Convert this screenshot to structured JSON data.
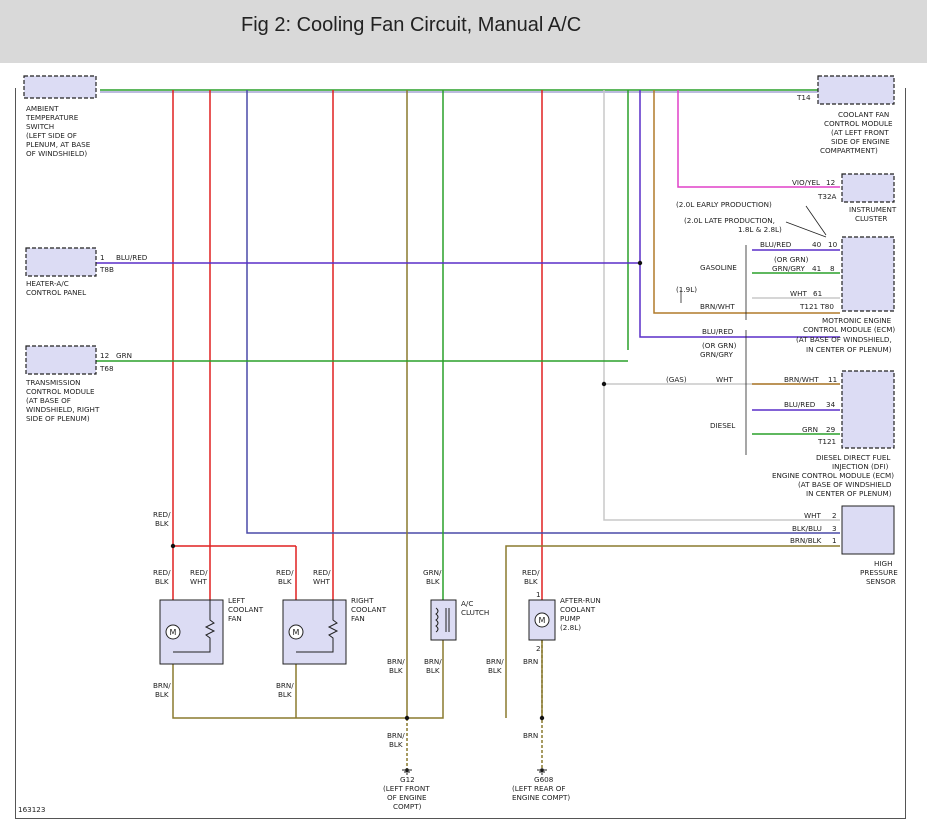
{
  "header": {
    "title": "Fig 2: Cooling Fan Circuit, Manual A/C"
  },
  "figure_id": "163123",
  "colors": {
    "red": "#e02020",
    "blue_red": "#5a2fc8",
    "green": "#2aa02a",
    "brown_black": "#8a7a2e",
    "brown_white": "#b07a2a",
    "violet_yellow": "#e040c8",
    "white": "#c8c8c8",
    "blue": "#4a4aa8",
    "box_fill": "#dcdcf4"
  },
  "components": {
    "ambient": [
      "AMBIENT",
      "TEMPERATURE",
      "SWITCH",
      "(LEFT SIDE OF",
      "PLENUM, AT BASE",
      "OF WINDSHIELD)"
    ],
    "heater": [
      "HEATER-A/C",
      "CONTROL PANEL"
    ],
    "tcm": [
      "TRANSMISSION",
      "CONTROL MODULE",
      "(AT BASE OF",
      "WINDSHIELD, RIGHT",
      "SIDE OF PLENUM)"
    ],
    "coolant_fan_module": [
      "COOLANT FAN",
      "CONTROL MODULE",
      "(AT LEFT FRONT",
      "SIDE OF ENGINE",
      "COMPARTMENT)"
    ],
    "instrument": [
      "INSTRUMENT",
      "CLUSTER"
    ],
    "motronic": [
      "MOTRONIC ENGINE",
      "CONTROL MODULE (ECM)",
      "(AT BASE OF WINDSHIELD,",
      "IN CENTER OF PLENUM)"
    ],
    "diesel_ecm": [
      "DIESEL DIRECT FUEL",
      "INJECTION (DFI)",
      "ENGINE CONTROL MODULE (ECM)",
      "(AT BASE OF WINDSHIELD",
      "IN CENTER OF PLENUM)"
    ],
    "hp_sensor": [
      "HIGH",
      "PRESSURE",
      "SENSOR"
    ],
    "left_fan": [
      "LEFT",
      "COOLANT",
      "FAN"
    ],
    "right_fan": [
      "RIGHT",
      "COOLANT",
      "FAN"
    ],
    "ac_clutch": [
      "A/C",
      "CLUTCH"
    ],
    "afterrun": [
      "AFTER-RUN",
      "COOLANT",
      "PUMP",
      "(2.8L)"
    ],
    "g12": [
      "G12",
      "(LEFT FRONT",
      "OF ENGINE",
      "COMPT)"
    ],
    "g608": [
      "G608",
      "(LEFT REAR OF",
      "ENGINE COMPT)"
    ]
  },
  "connectors": {
    "t14": "T14",
    "t8b": "T8B",
    "t68": "T68",
    "t32a": "T32A",
    "t121_t80": "T121   T80",
    "t121": "T121"
  },
  "pins": {
    "heater_1": "1",
    "tcm_12": "12",
    "inst_12": "12",
    "mot_10": "10",
    "mot_40": "40",
    "mot_41": "41",
    "mot_8": "8",
    "mot_61": "61",
    "dsl_11": "11",
    "dsl_34": "34",
    "dsl_29": "29",
    "hp_2": "2",
    "hp_3": "3",
    "hp_1": "1",
    "pump_1": "1",
    "pump_2": "2"
  },
  "wires": {
    "blu_red": "BLU/RED",
    "grn": "GRN",
    "vio_yel": "VIO/YEL",
    "grn_gry": "GRN/GRY",
    "or_grn": "(OR GRN)",
    "wht": "WHT",
    "brn_wht": "BRN/WHT",
    "blk_blu": "BLK/BLU",
    "brn_blk": "BRN/BLK",
    "gas": "(GAS)",
    "l19": "(1.9L)"
  },
  "stacked": {
    "red_blk": [
      "RED/",
      "BLK"
    ],
    "red_wht": [
      "RED/",
      "WHT"
    ],
    "grn_blk": [
      "GRN/",
      "BLK"
    ],
    "brn_blk": [
      "BRN/",
      "BLK"
    ],
    "brn": "BRN"
  },
  "notes": {
    "early": "(2.0L EARLY PRODUCTION)",
    "late": [
      "(2.0L LATE PRODUCTION,",
      "1.8L & 2.8L)"
    ],
    "gasoline": "GASOLINE",
    "diesel": "DIESEL"
  },
  "symbols": {
    "motor": "M"
  }
}
